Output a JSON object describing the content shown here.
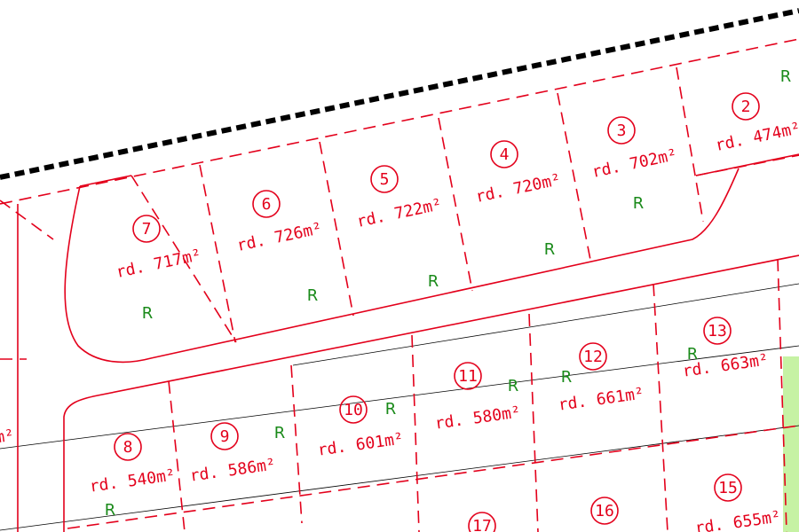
{
  "colors": {
    "boundary_red": "#e3001b",
    "zone_green": "#1a8a1a",
    "boundary_black": "#000000",
    "green_area": "#c6f2a4",
    "background": "#ffffff"
  },
  "plots": [
    {
      "id": "plot-2",
      "number": "2",
      "area": "rd. 474m²",
      "zone": "R"
    },
    {
      "id": "plot-3",
      "number": "3",
      "area": "rd. 702m²",
      "zone": "R"
    },
    {
      "id": "plot-4",
      "number": "4",
      "area": "rd. 720m²",
      "zone": "R"
    },
    {
      "id": "plot-5",
      "number": "5",
      "area": "rd. 722m²",
      "zone": "R"
    },
    {
      "id": "plot-6",
      "number": "6",
      "area": "rd. 726m²",
      "zone": "R"
    },
    {
      "id": "plot-7",
      "number": "7",
      "area": "rd. 717m²",
      "zone": "R"
    },
    {
      "id": "plot-8",
      "number": "8",
      "area": "rd. 540m²",
      "zone": "R"
    },
    {
      "id": "plot-9",
      "number": "9",
      "area": "rd. 586m²",
      "zone": "R"
    },
    {
      "id": "plot-10",
      "number": "10",
      "area": "rd. 601m²",
      "zone": "R"
    },
    {
      "id": "plot-11",
      "number": "11",
      "area": "rd. 580m²",
      "zone": "R"
    },
    {
      "id": "plot-12",
      "number": "12",
      "area": "rd. 661m²",
      "zone": "R"
    },
    {
      "id": "plot-13",
      "number": "13",
      "area": "rd. 663m²",
      "zone": "R"
    },
    {
      "id": "plot-15",
      "number": "15",
      "area": "rd. 655m²",
      "zone": ""
    },
    {
      "id": "plot-16",
      "number": "16",
      "area": "",
      "zone": ""
    },
    {
      "id": "plot-17",
      "number": "17",
      "area": "",
      "zone": ""
    }
  ],
  "edge_fragments": {
    "left_area": "m²"
  }
}
